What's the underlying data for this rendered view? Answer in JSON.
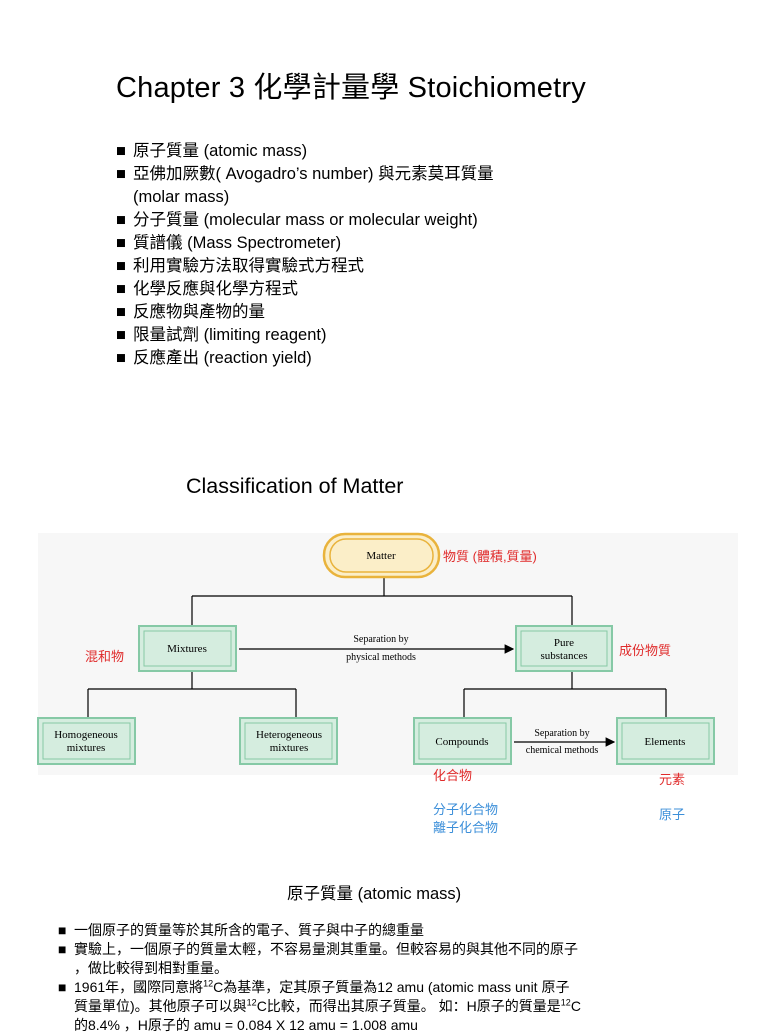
{
  "title": "Chapter 3 化學計量學  Stoichiometry",
  "bullet_glyph": "■",
  "toc": [
    {
      "text": "原子質量 (atomic mass)"
    },
    {
      "text": "亞佛加厥數( Avogadro’s number) 與元素莫耳質量",
      "cont": "(molar mass)"
    },
    {
      "text": "分子質量 (molecular mass  or molecular weight)"
    },
    {
      "text": "質譜儀 (Mass Spectrometer)"
    },
    {
      "text": "利用實驗方法取得實驗式方程式"
    },
    {
      "text": "化學反應與化學方程式"
    },
    {
      "text": "反應物與產物的量"
    },
    {
      "text": "限量試劑 (limiting reagent)"
    },
    {
      "text": "反應產出 (reaction yield)"
    }
  ],
  "classification": {
    "title": "Classification of Matter",
    "nodes": {
      "matter": "Matter",
      "mixtures": "Mixtures",
      "pure_1": "Pure",
      "pure_2": "substances",
      "homo_1": "Homogeneous",
      "homo_2": "mixtures",
      "hetero_1": "Heterogeneous",
      "hetero_2": "mixtures",
      "compounds": "Compounds",
      "elements": "Elements"
    },
    "arrows": {
      "physical_1": "Separation by",
      "physical_2": "physical methods",
      "chemical_1": "Separation by",
      "chemical_2": "chemical methods"
    },
    "notes": {
      "matter": "物質 (體積,質量)",
      "mixtures": "混和物",
      "pure": "成份物質",
      "compounds": "化合物",
      "elements": "元素",
      "molecular": "分子化合物",
      "ionic": "離子化合物",
      "atom": "原子"
    },
    "colors": {
      "matter_fill": "#fbeec8",
      "matter_stroke": "#e9b33c",
      "box_fill": "#d5eddf",
      "box_stroke": "#86c9a6",
      "red": "#e02b2b",
      "blue": "#3c8fd9"
    }
  },
  "atomic_mass": {
    "title": "原子質量 (atomic mass)",
    "p1": "一個原子的質量等於其所含的電子、質子與中子的總重量",
    "p2_a": "實驗上，一個原子的質量太輕，不容易量測其重量。但較容易的與其他不同的原子",
    "p2_b": "，做比較得到相對重量。",
    "p3_a": "1961年，國際同意將",
    "sup": "12",
    "p3_b": "C為基準，定其原子質量為12 amu (atomic mass unit 原子",
    "p3_c": "質量單位)。其他原子可以與",
    "p3_d": "C比較，而得出其原子質量。 如：H原子的質量是",
    "p3_e": "C",
    "p3_f": "的8.4% ，H原子的 amu = 0.084 X 12 amu = 1.008 amu"
  }
}
